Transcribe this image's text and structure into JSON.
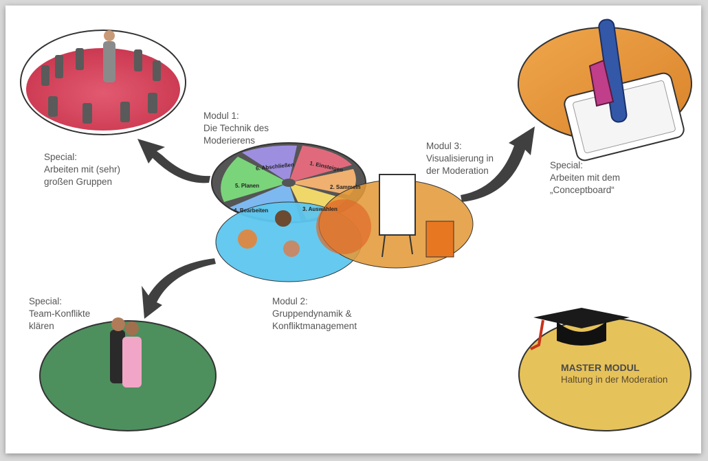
{
  "diagram": {
    "modul1": {
      "title": "Modul 1:",
      "line2": "Die Technik des",
      "line3": "Moderierens"
    },
    "modul2": {
      "title": "Modul 2:",
      "line2": "Gruppendynamik &",
      "line3": "Konfliktmanagement"
    },
    "modul3": {
      "title": "Modul 3:",
      "line2": "Visualisierung in",
      "line3": "der Moderation"
    },
    "special_groups": {
      "title": "Special:",
      "line2": "Arbeiten mit (sehr)",
      "line3": "großen Gruppen"
    },
    "special_conceptboard": {
      "title": "Special:",
      "line2": "Arbeiten mit dem",
      "line3": "„Conceptboard“"
    },
    "special_team": {
      "title": "Special:",
      "line2": "Team-Konflikte",
      "line3": "klären"
    },
    "master": {
      "title": "MASTER MODUL",
      "subtitle": "Haltung in der Moderation"
    },
    "wheel_segments": [
      "1. Einsteigen",
      "2. Sammeln",
      "3. Auswählen",
      "4. Bearbeiten",
      "5. Planen",
      "6. Abschließen"
    ],
    "colors": {
      "red_ellipse": "#e0455f",
      "orange_ellipse": "#e8973a",
      "green_ellipse": "#4e8f5e",
      "blue_ellipse": "#5ec6ee",
      "gold_ellipse": "#e6c25a",
      "arrow": "#404040"
    }
  }
}
